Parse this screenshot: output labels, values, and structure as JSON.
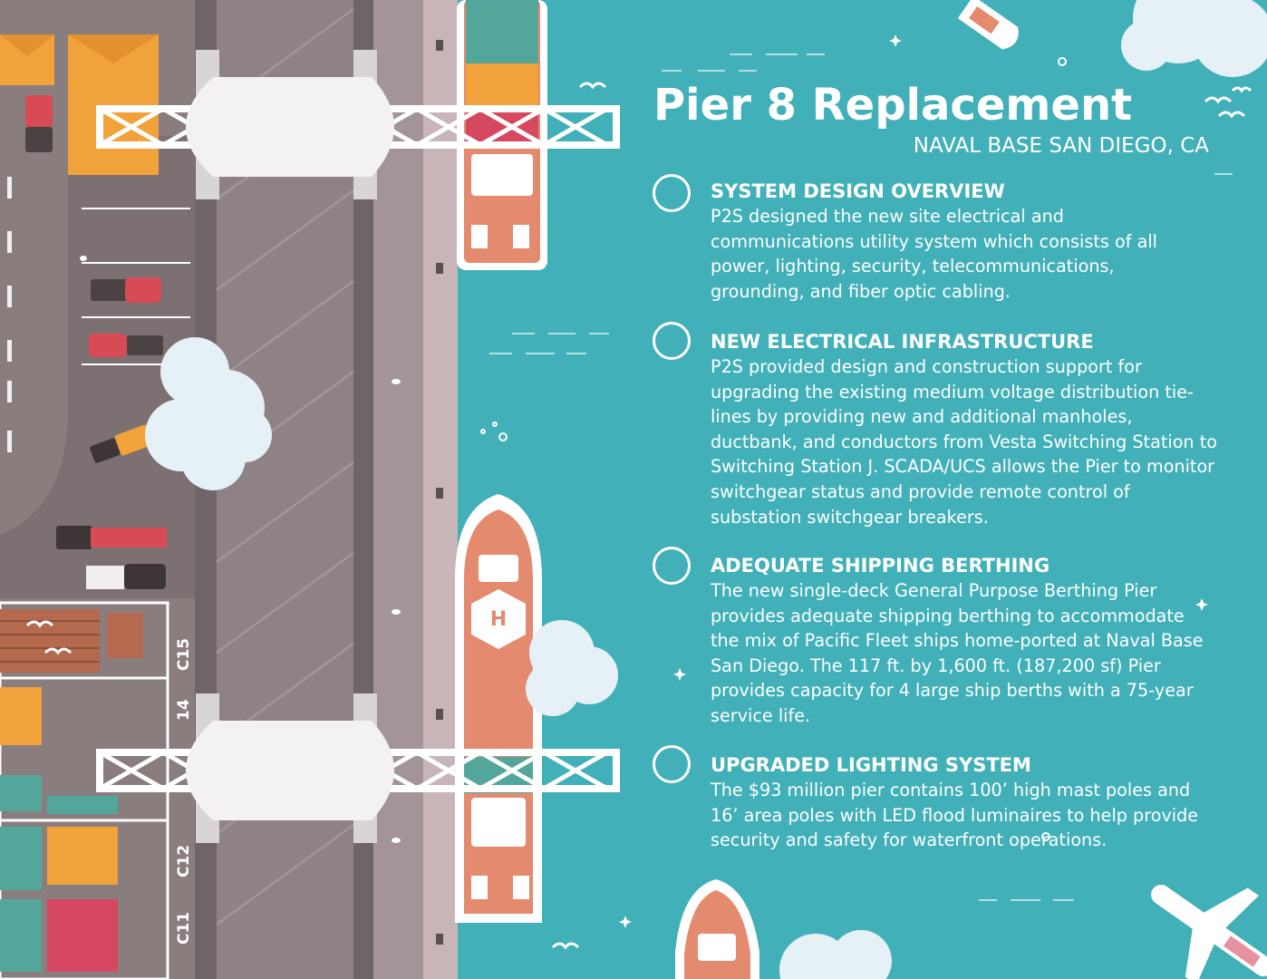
{
  "header": {
    "title": "Pier 8 Replacement",
    "subtitle": "NAVAL BASE SAN DIEGO, CA"
  },
  "sections": [
    {
      "heading": "SYSTEM DESIGN OVERVIEW",
      "body": "P2S designed the new site electrical and communications utility system which consists of all power, lighting, security, telecommunications, grounding, and fiber optic cabling."
    },
    {
      "heading": "NEW ELECTRICAL INFRASTRUCTURE",
      "body": "P2S provided design and construction support for upgrading the existing medium voltage distribution tie-lines by providing new and additional manholes, ductbank, and conductors from Vesta Switching Station to Switching Station J. SCADA/UCS allows the Pier to monitor switchgear status and provide remote control of substation switchgear breakers."
    },
    {
      "heading": "ADEQUATE SHIPPING BERTHING",
      "body": "The new single-deck General Purpose Berthing Pier provides adequate shipping berthing to accommodate the mix of Pacific Fleet ships home-ported at Naval Base San Diego. The 117 ft. by 1,600 ft. (187,200 sf) Pier provides capacity for 4 large ship berths with a 75-year service life."
    },
    {
      "heading": "UPGRADED LIGHTING SYSTEM",
      "body": "The $93 million pier contains 100’ high mast poles and 16’ area poles with LED flood luminaires to help provide security and safety for waterfront operations."
    }
  ],
  "map_labels": {
    "berth_c15": "C15",
    "berth_c14": "14",
    "berth_c12": "C12",
    "berth_c11": "C11",
    "ship_marking": "H"
  },
  "colors": {
    "water": "#41b0b8",
    "road": "#8a7d7e",
    "pier": "#c7b5b8",
    "ship_hull": "#e38a6f",
    "container_orange": "#f2a23b",
    "crane": "#ffffff"
  }
}
